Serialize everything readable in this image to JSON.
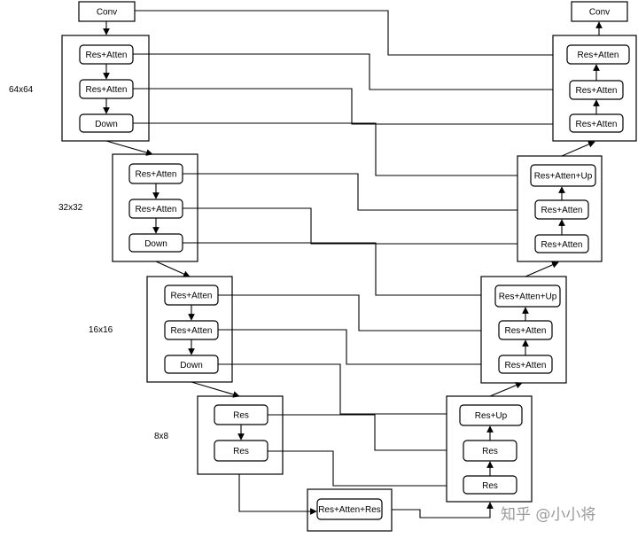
{
  "encoder": {
    "conv": "Conv",
    "stage64": {
      "b1": "Res+Atten",
      "b2": "Res+Atten",
      "b3": "Down"
    },
    "stage32": {
      "b1": "Res+Atten",
      "b2": "Res+Atten",
      "b3": "Down"
    },
    "stage16": {
      "b1": "Res+Atten",
      "b2": "Res+Atten",
      "b3": "Down"
    },
    "stage8": {
      "b1": "Res",
      "b2": "Res"
    }
  },
  "middle": {
    "block": "Res+Atten+Res"
  },
  "decoder": {
    "conv": "Conv",
    "stage64": {
      "b1": "Res+Atten",
      "b2": "Res+Atten",
      "b3": "Res+Atten"
    },
    "stage32": {
      "b1": "Res+Atten+Up",
      "b2": "Res+Atten",
      "b3": "Res+Atten"
    },
    "stage16": {
      "b1": "Res+Atten+Up",
      "b2": "Res+Atten",
      "b3": "Res+Atten"
    },
    "stage8": {
      "b1": "Res+Up",
      "b2": "Res",
      "b3": "Res"
    }
  },
  "resolutions": {
    "r64": "64x64",
    "r32": "32x32",
    "r16": "16x16",
    "r8": "8x8"
  },
  "watermark": "知乎 @小小将"
}
